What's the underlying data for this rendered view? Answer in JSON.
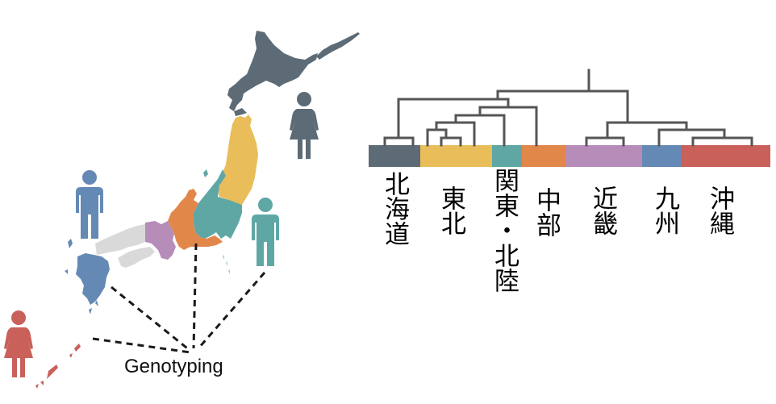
{
  "figure": {
    "title": "Japanese regional population genetic structure",
    "center_label": "Genotyping"
  },
  "colors": {
    "hokkaido": "#5d6b76",
    "tohoku": "#e8bd5a",
    "kanto_hokuriku": "#5fa7a5",
    "chubu": "#e2874a",
    "kinki": "#b68cb8",
    "kyushu": "#6589b5",
    "okinawa": "#c9605a",
    "unsampled": "#d9d9d9",
    "dendrogram_line": "#555555",
    "dashed_line": "#1a1a1a"
  },
  "regions": [
    {
      "key": "hokkaido",
      "label": "北海道",
      "color": "#5d6b76"
    },
    {
      "key": "tohoku",
      "label": "東北",
      "color": "#e8bd5a"
    },
    {
      "key": "kanto_hokuriku",
      "label": "関東・北陸",
      "color": "#5fa7a5"
    },
    {
      "key": "chubu",
      "label": "中部",
      "color": "#e2874a"
    },
    {
      "key": "kinki",
      "label": "近畿",
      "color": "#b68cb8"
    },
    {
      "key": "kyushu",
      "label": "九州",
      "color": "#6589b5"
    },
    {
      "key": "okinawa",
      "label": "沖縄",
      "color": "#c9605a"
    }
  ],
  "people_icons": [
    {
      "region": "hokkaido",
      "type": "female",
      "color": "#5d6b76"
    },
    {
      "region": "kyushu",
      "type": "male",
      "color": "#6589b5"
    },
    {
      "region": "kanto_hokuriku",
      "type": "male",
      "color": "#5fa7a5"
    },
    {
      "region": "okinawa",
      "type": "female",
      "color": "#c9605a"
    }
  ],
  "dendrogram": {
    "description": "Hierarchical clustering: ((Hokkaido subclusters), ((((Tohoku, Tohoku), Tohoku), Kanto-Hokuriku), Chubu)), ((Kinki, Kinki), (Kyushu, (Okinawa, Okinawa)))"
  }
}
